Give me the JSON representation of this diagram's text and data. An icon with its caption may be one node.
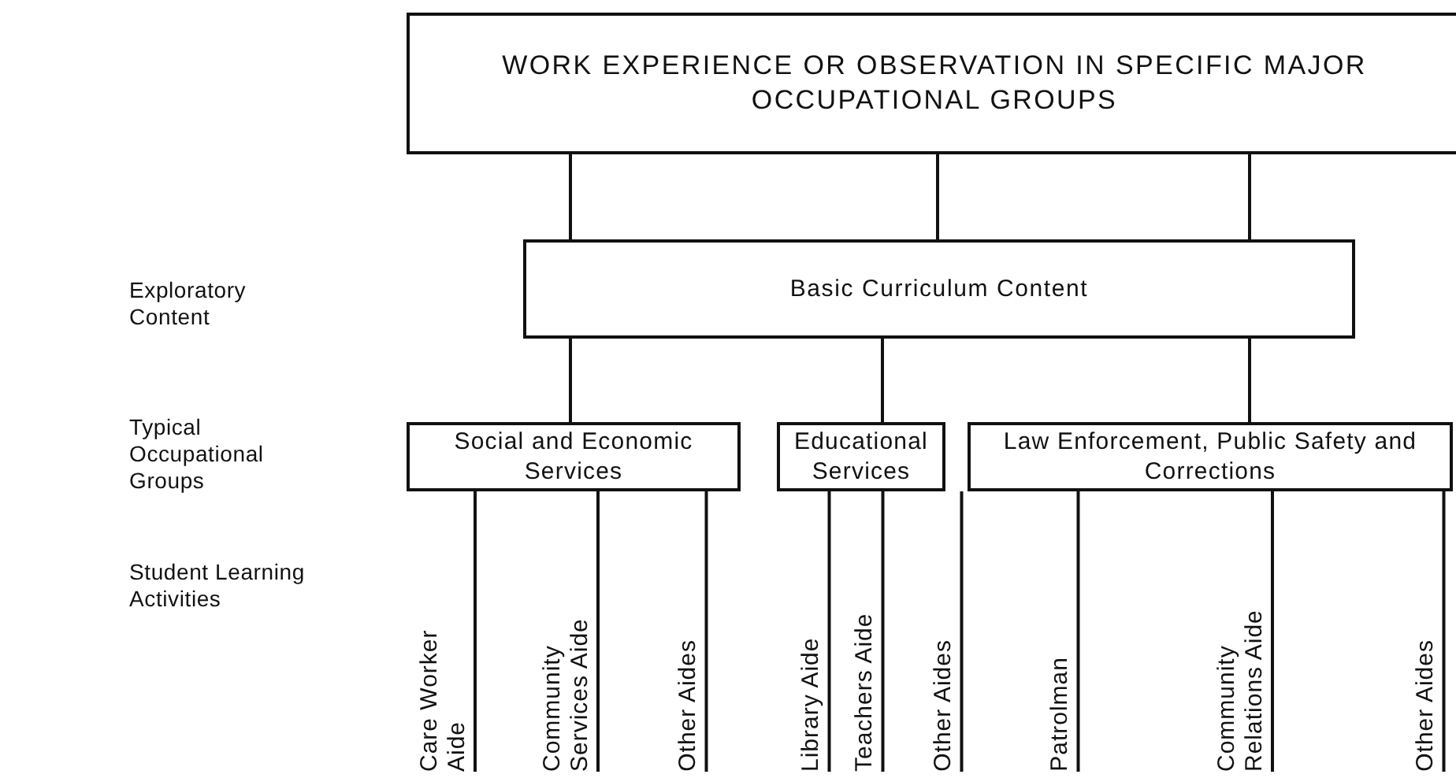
{
  "diagram": {
    "nodes": [
      {
        "text": [
          "WORK EXPERIENCE OR OBSERVATION IN SPECIFIC MAJOR OCCUPATIONAL GROUPS"
        ]
      },
      {
        "text": [
          "Basic Curriculum Content"
        ]
      },
      {
        "text": [
          "Social and Economic Services"
        ]
      },
      {
        "text": [
          "Educational Services"
        ]
      },
      {
        "text": [
          "Law Enforcement, Public Safety and Corrections"
        ]
      },
      {
        "text": [
          "Care Worker Aide"
        ]
      },
      {
        "text": [
          "Community Services Aide"
        ]
      },
      {
        "text": [
          "Other Aides"
        ]
      },
      {
        "text": [
          "Library Aide"
        ]
      },
      {
        "text": [
          "Teachers Aide"
        ]
      },
      {
        "text": [
          "Other Aides"
        ]
      },
      {
        "text": [
          "Patrolman"
        ]
      },
      {
        "text": [
          "Community Relations Aide"
        ]
      },
      {
        "text": [
          "Other Aides"
        ]
      }
    ],
    "edges": [
      {
        "from": 0,
        "to": 1,
        "arrow": "none"
      },
      {
        "from": 0,
        "to": 1,
        "arrow": "none"
      },
      {
        "from": 0,
        "to": 1,
        "arrow": "none"
      },
      {
        "from": 1,
        "to": 2,
        "arrow": "none"
      },
      {
        "from": 1,
        "to": 3,
        "arrow": "none"
      },
      {
        "from": 1,
        "to": 4,
        "arrow": "none"
      },
      {
        "from": 2,
        "to": 5,
        "arrow": "none"
      },
      {
        "from": 2,
        "to": 6,
        "arrow": "none"
      },
      {
        "from": 2,
        "to": 7,
        "arrow": "none"
      },
      {
        "from": 3,
        "to": 8,
        "arrow": "none"
      },
      {
        "from": 3,
        "to": 9,
        "arrow": "none"
      },
      {
        "from": 3,
        "to": 10,
        "arrow": "none"
      },
      {
        "from": 4,
        "to": 11,
        "arrow": "none"
      },
      {
        "from": 4,
        "to": 12,
        "arrow": "none"
      },
      {
        "from": 4,
        "to": 13,
        "arrow": "none"
      }
    ],
    "labels": [
      "Exploratory Content",
      "Typical Occupational Groups",
      "Student Learning Activities"
    ]
  }
}
